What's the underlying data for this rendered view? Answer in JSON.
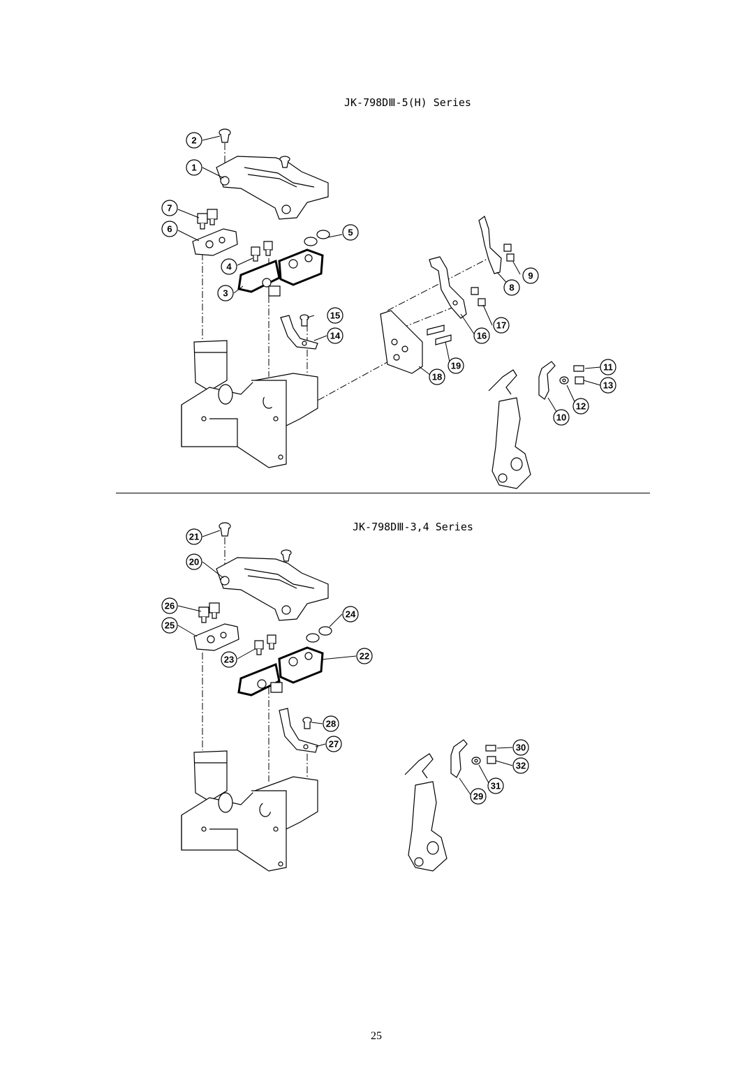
{
  "sections": [
    {
      "title": "JK-798DⅢ-5(H) Series",
      "callouts": [
        "1",
        "2",
        "3",
        "4",
        "5",
        "6",
        "7",
        "8",
        "9",
        "10",
        "11",
        "12",
        "13",
        "14",
        "15",
        "16",
        "17",
        "18",
        "19"
      ]
    },
    {
      "title": "JK-798DⅢ-3,4 Series",
      "callouts": [
        "20",
        "21",
        "22",
        "23",
        "24",
        "25",
        "26",
        "27",
        "28",
        "29",
        "30",
        "31",
        "32"
      ]
    }
  ],
  "page_number": "25"
}
